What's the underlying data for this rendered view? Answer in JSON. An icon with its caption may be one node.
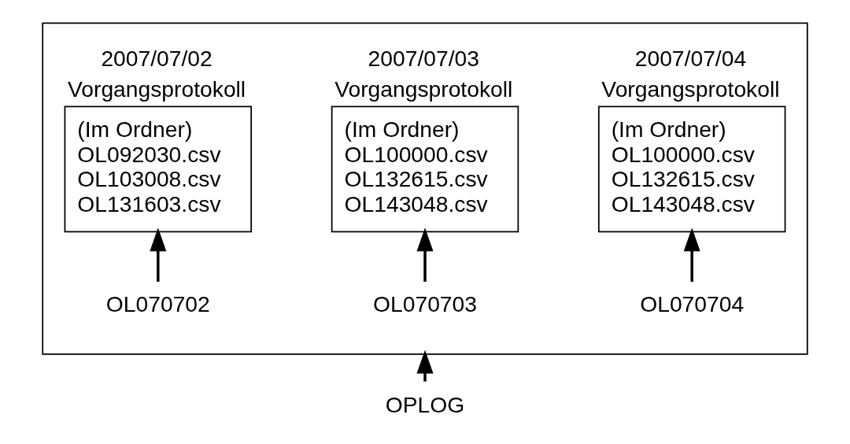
{
  "diagram": {
    "nodes": [
      {
        "text": [],
        "shape": "box"
      },
      {
        "text": [
          "2007/07/02",
          "Vorgangsprotokoll",
          "(Im Ordner)",
          "OL092030.csv",
          "OL103008.csv",
          "OL131603.csv"
        ],
        "in": 0
      },
      {
        "text": [
          "2007/07/03",
          "Vorgangsprotokoll",
          "(Im Ordner)",
          "OL100000.csv",
          "OL132615.csv",
          "OL143048.csv"
        ],
        "in": 0
      },
      {
        "text": [
          "2007/07/04",
          "Vorgangsprotokoll",
          "(Im Ordner)",
          "OL100000.csv",
          "OL132615.csv",
          "OL143048.csv"
        ],
        "in": 0
      },
      {
        "text": [
          "OL070702"
        ],
        "in": 0
      },
      {
        "text": [
          "OL070703"
        ],
        "in": 0
      },
      {
        "text": [
          "OL070704"
        ],
        "in": 0
      },
      {
        "text": [
          "OPLOG"
        ]
      }
    ],
    "edges": [
      {
        "from": 4,
        "to": 1,
        "arrow": "to"
      },
      {
        "from": 5,
        "to": 2,
        "arrow": "to"
      },
      {
        "from": 6,
        "to": 3,
        "arrow": "to"
      },
      {
        "from": 7,
        "to": 0,
        "arrow": "to"
      }
    ]
  }
}
